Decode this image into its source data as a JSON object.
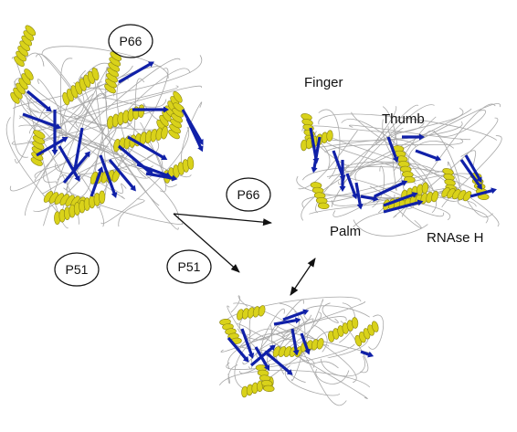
{
  "labels": {
    "p66_top": "P66",
    "p66_arrow": "P66",
    "p51_left": "P51",
    "p51_arrow": "P51",
    "finger": "Finger",
    "thumb": "Thumb",
    "palm": "Palm",
    "rnase_h": "RNAse H"
  },
  "colors": {
    "helix": "#d9d21a",
    "helix_dark": "#8a8410",
    "sheet": "#1020a8",
    "coil": "#a8a8a8",
    "arrow": "#111111",
    "oval_stroke": "#111111"
  },
  "icons": {
    "arrow": "arrow-icon",
    "double_arrow": "double-arrow-icon"
  }
}
